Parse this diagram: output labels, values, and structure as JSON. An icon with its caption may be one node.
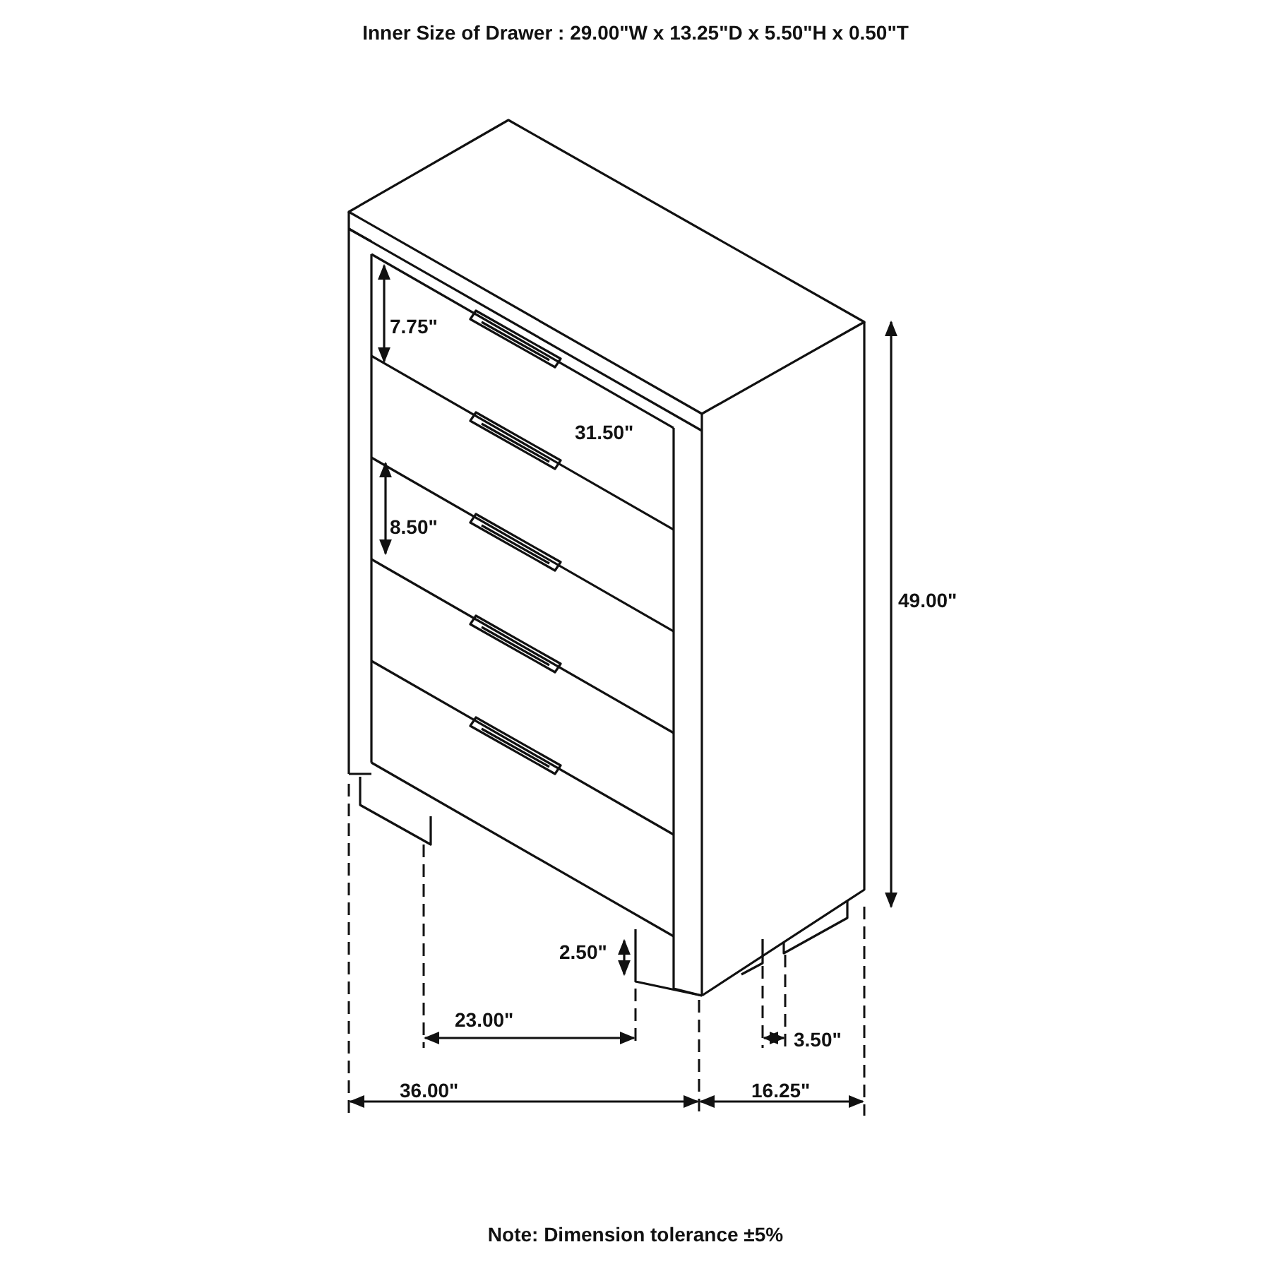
{
  "diagram": {
    "title": "Inner Size of Drawer : 29.00\"W x 13.25\"D x 5.50\"H x 0.50\"T",
    "caption": "Note: Dimension tolerance ±5%",
    "labels": [
      "7.75\"",
      "31.50\"",
      "8.50\"",
      "49.00\"",
      "2.50\"",
      "23.00\"",
      "3.50\"",
      "36.00\"",
      "16.25\""
    ]
  }
}
